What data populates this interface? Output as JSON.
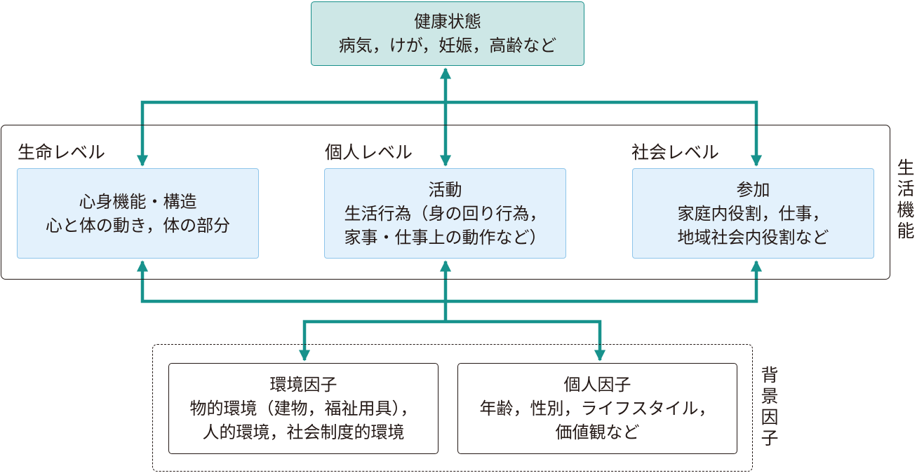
{
  "health": {
    "title": "健康状態",
    "detail": "病気，けが，妊娠，高齢など"
  },
  "life_levels": {
    "side_label": [
      "生",
      "活",
      "機",
      "能"
    ],
    "biological": {
      "label": "生命レベル",
      "lines": [
        "心身機能・構造",
        "心と体の動き，体の部分"
      ]
    },
    "individual": {
      "label": "個人レベル",
      "lines": [
        "活動",
        "生活行為（身の回り行為，",
        "家事・仕事上の動作など）"
      ]
    },
    "social": {
      "label": "社会レベル",
      "lines": [
        "参加",
        "家庭内役割，仕事，",
        "地域社会内役割など"
      ]
    }
  },
  "background": {
    "side_label": [
      "背",
      "景",
      "因",
      "子"
    ],
    "environmental": {
      "lines": [
        "環境因子",
        "物的環境（建物，福祉用具），",
        "人的環境，社会制度的環境"
      ]
    },
    "personal": {
      "lines": [
        "個人因子",
        "年齢，性別，ライフスタイル，",
        "価値観など"
      ]
    }
  },
  "colors": {
    "arrow": "#17928c",
    "health_fill": "#cde7e6",
    "level_fill": "#e3f1fc",
    "level_border": "#8ec5ea"
  }
}
